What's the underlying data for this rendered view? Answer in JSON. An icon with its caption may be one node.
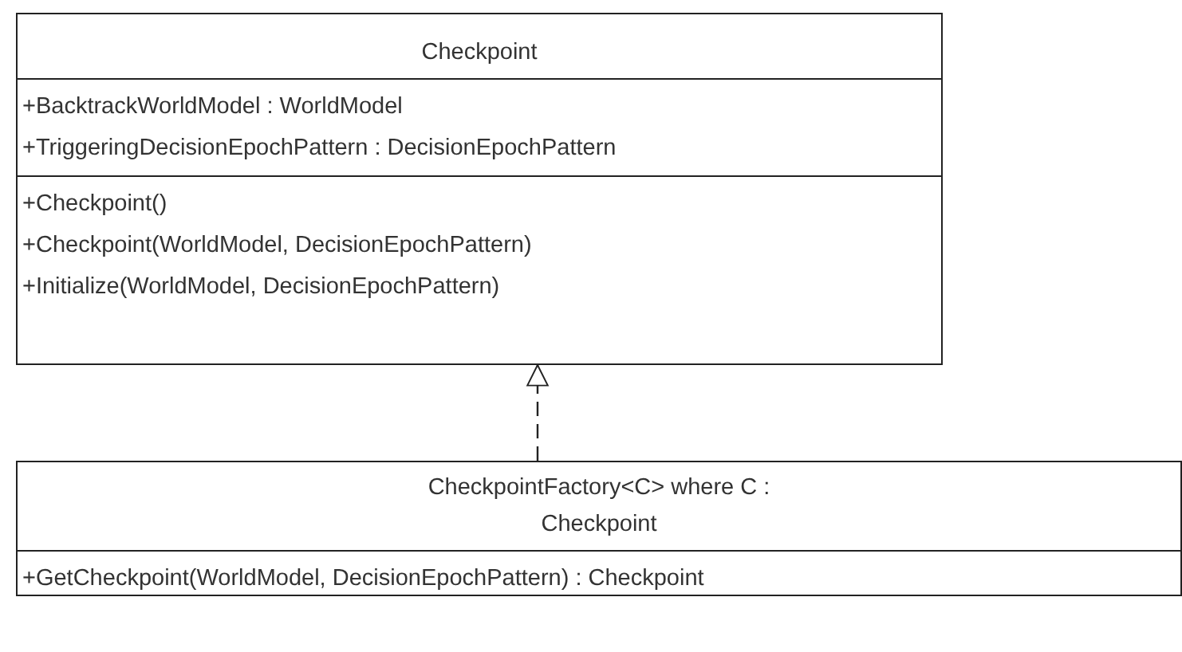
{
  "diagram": {
    "nodes": [
      {
        "text": [
          "Checkpoint",
          "+BacktrackWorldModel : WorldModel",
          "+TriggeringDecisionEpochPattern : DecisionEpochPattern",
          "+Checkpoint()",
          "+Checkpoint(WorldModel, DecisionEpochPattern)",
          "+Initialize(WorldModel, DecisionEpochPattern)"
        ]
      },
      {
        "text": [
          "CheckpointFactory<C> where C : Checkpoint",
          "+GetCheckpoint(WorldModel, DecisionEpochPattern) : Checkpoint"
        ]
      }
    ],
    "edges": [
      {
        "from": 1,
        "to": 0,
        "arrow": "to",
        "style": "dashed"
      }
    ]
  }
}
